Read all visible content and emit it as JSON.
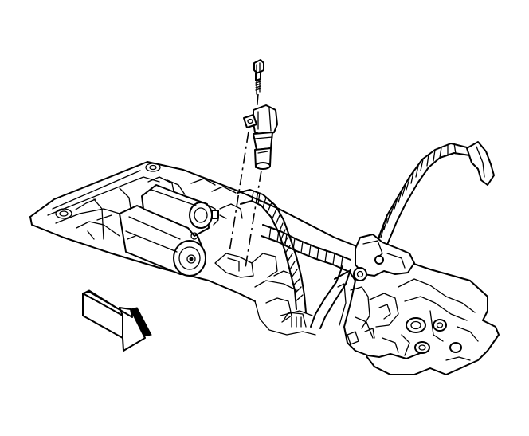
{
  "figure": {
    "components": [
      "sensor-bolt",
      "position-sensor",
      "starter-motor",
      "wiring-harness",
      "engine-block",
      "transmission-housing",
      "direction-arrow"
    ],
    "arrow_direction": "forward",
    "line_color": "#000000",
    "background_color": "#ffffff"
  }
}
